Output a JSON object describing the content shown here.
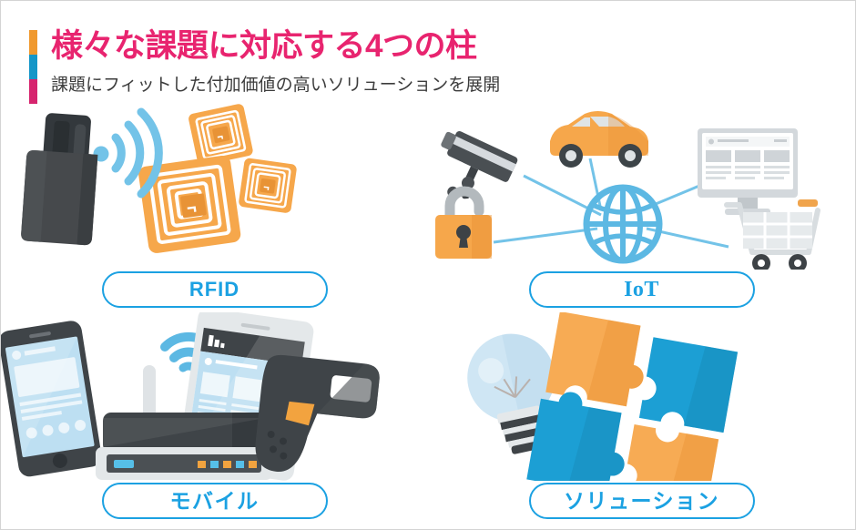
{
  "header": {
    "title": "様々な課題に対応する4つの柱",
    "subtitle": "課題にフィットした付加価値の高いソリューションを展開",
    "title_color": "#e8246f",
    "subtitle_color": "#3c3c3c",
    "accent_bar": {
      "segments": [
        "#f0992f",
        "#1496c8",
        "#d6246e"
      ]
    }
  },
  "theme": {
    "background": "#ffffff",
    "border": "#d4d4d4",
    "accent_blue": "#1ba1e2",
    "light_blue": "#73c3e8",
    "pale_blue": "#bfe0f2",
    "orange": "#f5a council",
    "orange_main": "#f6a74b",
    "orange_dark": "#e08f33",
    "dark_gray": "#3f4448",
    "mid_gray": "#9aa0a5",
    "light_gray": "#e3e6e8"
  },
  "panels": [
    {
      "id": "rfid",
      "label": "RFID",
      "label_style": "latin",
      "icons": [
        "rfid-reader-icon",
        "wifi-signal-icon",
        "rfid-tag-icon"
      ]
    },
    {
      "id": "iot",
      "label": "IoT",
      "label_style": "serif",
      "icons": [
        "globe-icon",
        "car-icon",
        "security-camera-icon",
        "padlock-icon",
        "monitor-icon",
        "shopping-cart-icon"
      ]
    },
    {
      "id": "mobile",
      "label": "モバイル",
      "label_style": "jp",
      "icons": [
        "smartphone-icon",
        "wifi-router-icon",
        "tablet-icon",
        "barcode-scanner-icon",
        "wifi-signal-icon"
      ]
    },
    {
      "id": "solution",
      "label": "ソリューション",
      "label_style": "jp",
      "icons": [
        "lightbulb-icon",
        "puzzle-piece-icon"
      ]
    }
  ]
}
